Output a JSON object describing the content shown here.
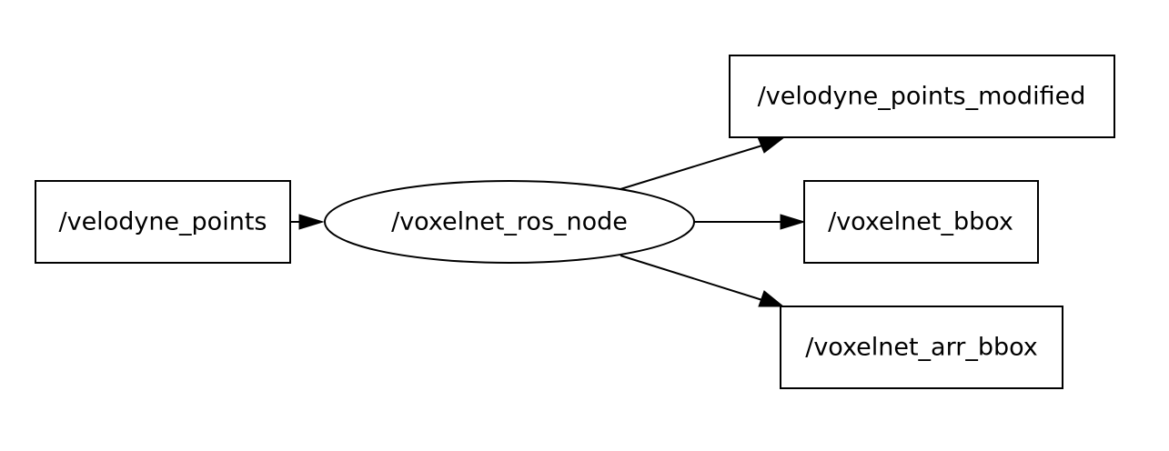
{
  "graph": {
    "nodes": [
      {
        "id": "velodyne_points",
        "label": "/velodyne_points",
        "kind": "topic"
      },
      {
        "id": "voxelnet_ros_node",
        "label": "/voxelnet_ros_node",
        "kind": "node"
      },
      {
        "id": "velodyne_points_modified",
        "label": "/velodyne_points_modified",
        "kind": "topic"
      },
      {
        "id": "voxelnet_bbox",
        "label": "/voxelnet_bbox",
        "kind": "topic"
      },
      {
        "id": "voxelnet_arr_bbox",
        "label": "/voxelnet_arr_bbox",
        "kind": "topic"
      }
    ],
    "edges": [
      {
        "from": "velodyne_points",
        "to": "voxelnet_ros_node"
      },
      {
        "from": "voxelnet_ros_node",
        "to": "velodyne_points_modified"
      },
      {
        "from": "voxelnet_ros_node",
        "to": "voxelnet_bbox"
      },
      {
        "from": "voxelnet_ros_node",
        "to": "voxelnet_arr_bbox"
      }
    ],
    "colors": {
      "background": "#ffffff",
      "stroke": "#000000",
      "text": "#000000"
    }
  }
}
